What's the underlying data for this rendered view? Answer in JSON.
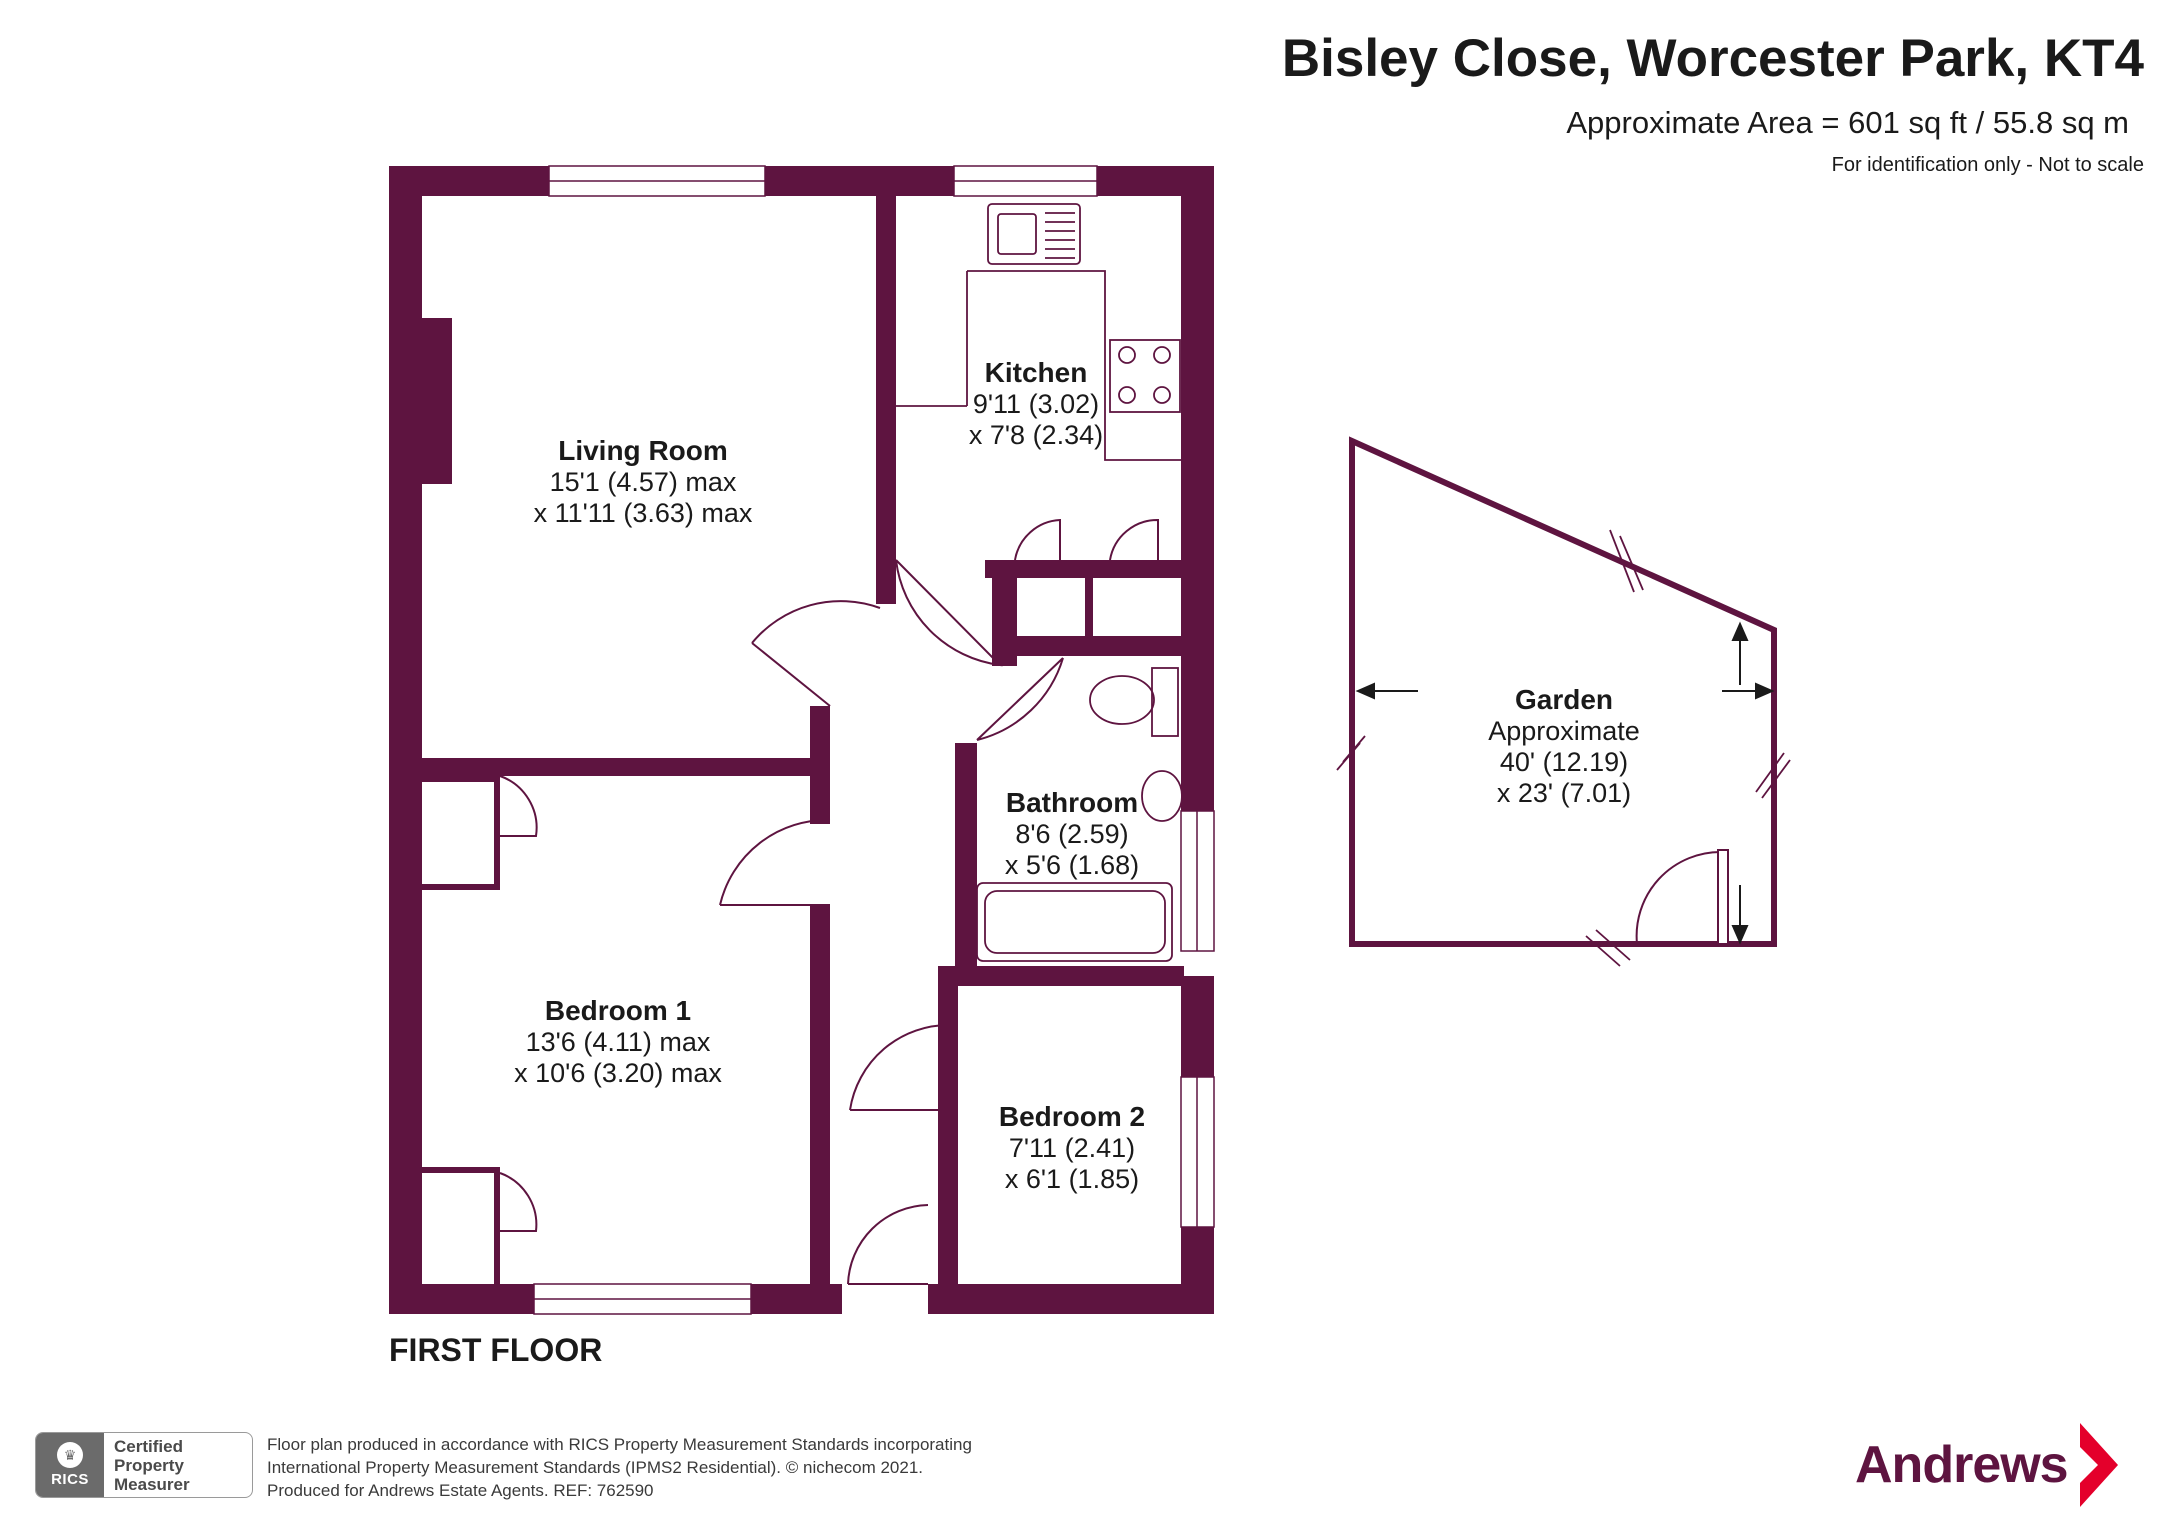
{
  "header": {
    "title": "Bisley Close, Worcester Park, KT4",
    "area": "Approximate Area = 601 sq ft / 55.8 sq m",
    "note": "For identification only - Not to scale"
  },
  "rooms": {
    "living": {
      "name": "Living Room",
      "dim1": "15'1 (4.57) max",
      "dim2": "x 11'11 (3.63) max"
    },
    "kitchen": {
      "name": "Kitchen",
      "dim1": "9'11 (3.02)",
      "dim2": "x 7'8 (2.34)"
    },
    "bathroom": {
      "name": "Bathroom",
      "dim1": "8'6 (2.59)",
      "dim2": "x 5'6 (1.68)"
    },
    "bedroom1": {
      "name": "Bedroom 1",
      "dim1": "13'6 (4.11) max",
      "dim2": "x 10'6 (3.20) max"
    },
    "bedroom2": {
      "name": "Bedroom 2",
      "dim1": "7'11 (2.41)",
      "dim2": "x 6'1 (1.85)"
    },
    "garden": {
      "name": "Garden",
      "line1": "Approximate",
      "dim1": "40' (12.19)",
      "dim2": "x 23' (7.01)"
    }
  },
  "floor_label": "FIRST FLOOR",
  "footer": {
    "rics_logo": "RICS",
    "rics_cert": [
      "Certified",
      "Property",
      "Measurer"
    ],
    "lines": [
      "Floor plan produced in accordance with RICS Property Measurement Standards incorporating",
      "International Property Measurement Standards (IPMS2 Residential).   © nichecom 2021.",
      "Produced for Andrews Estate Agents.   REF:   762590"
    ],
    "brand": "Andrews"
  },
  "colors": {
    "wall": "#5e1440",
    "brand": "#5e1440",
    "arrow": "#e4002b"
  }
}
